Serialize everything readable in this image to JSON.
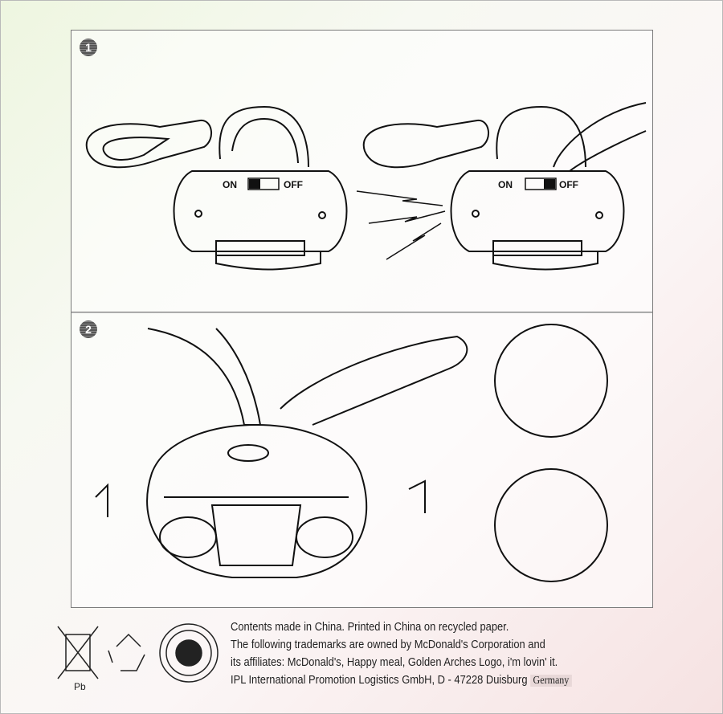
{
  "steps": [
    {
      "number": "1",
      "switch_on_label": "ON",
      "switch_off_label": "OFF"
    },
    {
      "number": "2"
    }
  ],
  "footer": {
    "lines": [
      "Contents made in China. Printed in China on recycled paper.",
      "The following trademarks are owned by McDonald's Corporation and",
      "its affiliates: McDonald's, Happy meal, Golden Arches Logo, i'm lovin' it.",
      "IPL International Promotion Logistics GmbH, D - 47228 Duisburg"
    ],
    "country": "Germany",
    "battery_symbol_label": "Pb"
  }
}
